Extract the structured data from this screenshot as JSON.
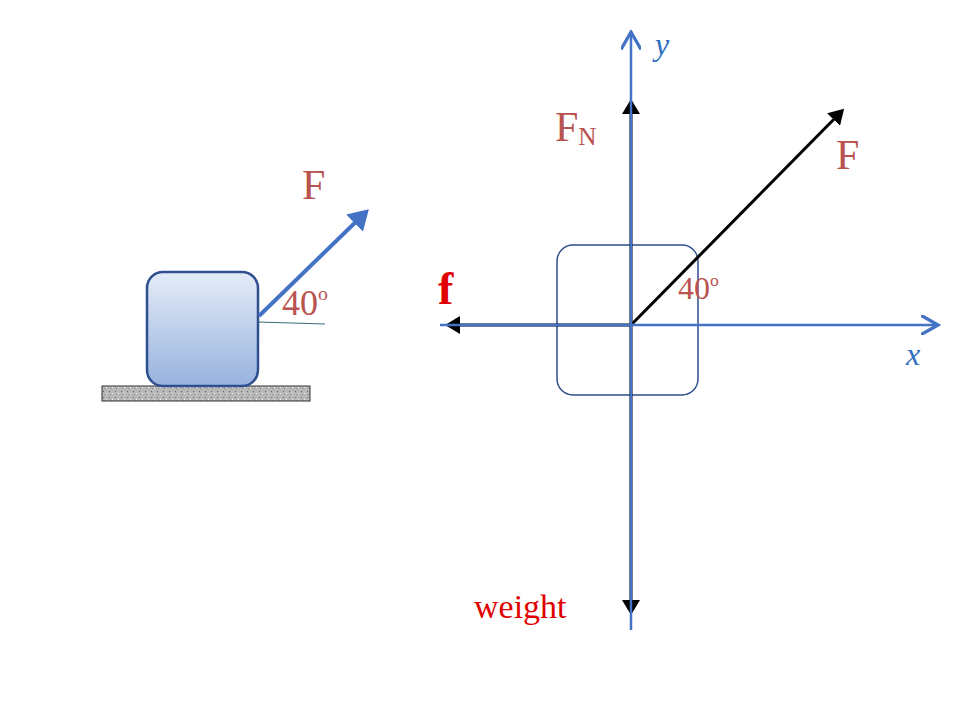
{
  "diagram": {
    "labels": [
      "F",
      "40o",
      "f",
      "FN",
      "F",
      "40o",
      "y",
      "x",
      "weight"
    ]
  }
}
